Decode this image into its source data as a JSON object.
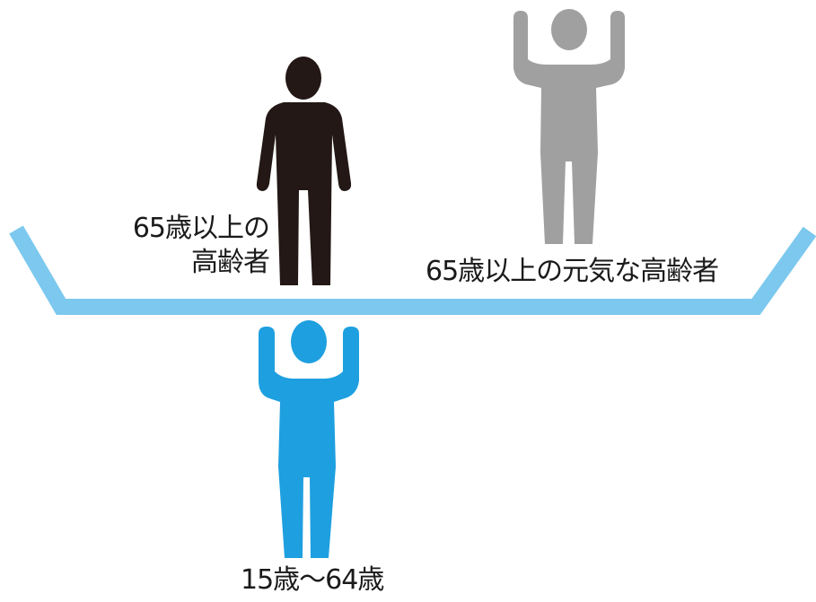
{
  "labels": {
    "elderly_line1": "65歳以上の",
    "elderly_line2": "高齢者",
    "healthy_elderly": "65歳以上の元気な高齢者",
    "working_age": "15歳～64歳"
  },
  "colors": {
    "beam": "#7cc8ee",
    "elderly_figure": "#231815",
    "healthy_figure": "#a0a0a0",
    "working_figure": "#1e9fe0",
    "text": "#1a1a1a"
  },
  "figures": [
    {
      "name": "elderly-person",
      "pose": "standing",
      "color_key": "elderly_figure"
    },
    {
      "name": "healthy-elderly-person",
      "pose": "arms-raised",
      "color_key": "healthy_figure"
    },
    {
      "name": "working-age-person",
      "pose": "arms-raised-supporting",
      "color_key": "working_figure"
    }
  ]
}
